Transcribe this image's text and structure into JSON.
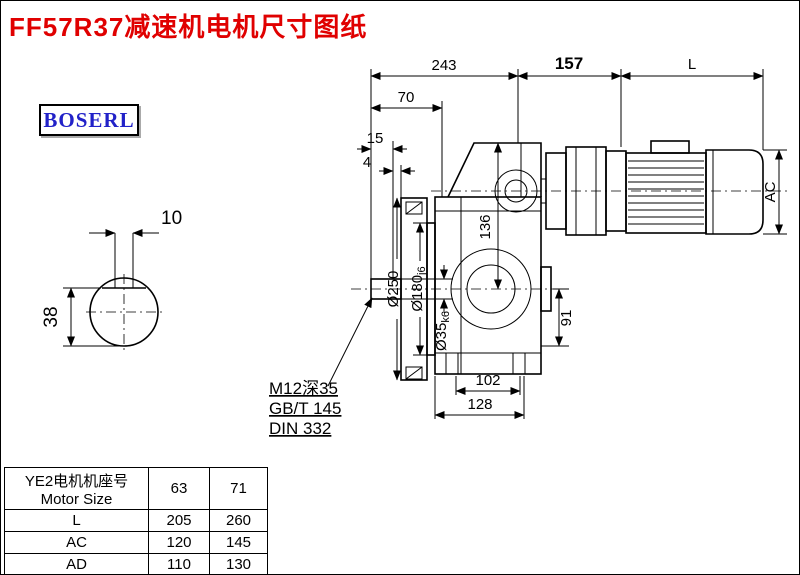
{
  "page": {
    "title": "FF57R37减速机电机尺寸图纸",
    "logo": "BOSERL"
  },
  "colors": {
    "title": "#e00000",
    "logo_text": "#2121c8",
    "line": "#000000",
    "background": "#ffffff"
  },
  "dims": {
    "d243": "243",
    "d157": "157",
    "dL": "L",
    "d70": "70",
    "d15": "15",
    "d4": "4",
    "key_width": "10",
    "key_height": "38",
    "flange": "Ø250",
    "spigot": "Ø180",
    "spigot_fit": "j6",
    "shaft": "Ø35",
    "shaft_fit": "k6",
    "d136": "136",
    "d91": "91",
    "d102": "102",
    "d128": "128",
    "ac": "AC"
  },
  "notes": {
    "tap": "M12深35",
    "gb": "GB/T 145",
    "din": "DIN 332"
  },
  "table": {
    "header": {
      "line1": "YE2电机机座号",
      "line2": "Motor Size",
      "col1": "63",
      "col2": "71"
    },
    "rows": [
      {
        "label": "L",
        "v1": "205",
        "v2": "260"
      },
      {
        "label": "AC",
        "v1": "120",
        "v2": "145"
      },
      {
        "label": "AD",
        "v1": "110",
        "v2": "130"
      }
    ]
  }
}
